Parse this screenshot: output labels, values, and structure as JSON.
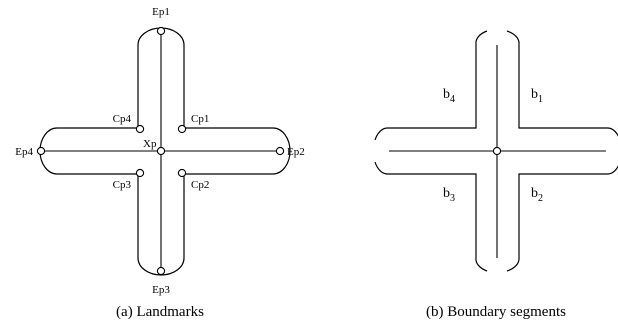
{
  "panel_a": {
    "landmarks": {
      "ep1": "Ep1",
      "ep2": "Ep2",
      "ep3": "Ep3",
      "ep4": "Ep4",
      "cp1": "Cp1",
      "cp2": "Cp2",
      "cp3": "Cp3",
      "cp4": "Cp4",
      "xp": "Xp"
    },
    "caption": "(a) Landmarks"
  },
  "panel_b": {
    "segments": {
      "b1": {
        "base": "b",
        "sub": "1"
      },
      "b2": {
        "base": "b",
        "sub": "2"
      },
      "b3": {
        "base": "b",
        "sub": "3"
      },
      "b4": {
        "base": "b",
        "sub": "4"
      }
    },
    "caption": "(b) Boundary segments"
  }
}
